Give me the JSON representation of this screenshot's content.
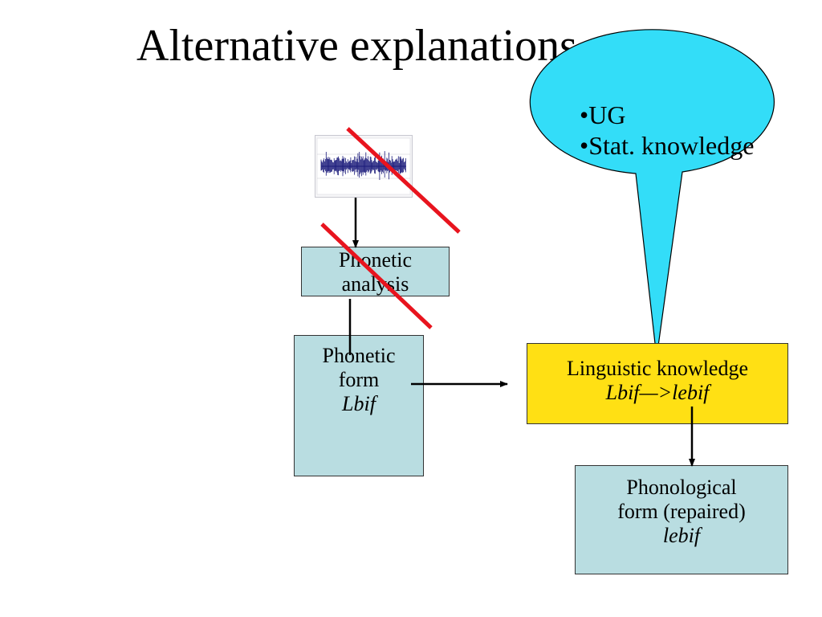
{
  "slide": {
    "title": "Alternative explanations"
  },
  "boxes": {
    "phonetic_analysis": {
      "line1": "Phonetic",
      "line2": "analysis"
    },
    "phonetic_form": {
      "line1": "Phonetic",
      "line2": "form",
      "line3": "Lbif"
    },
    "linguistic_knowledge": {
      "line1": "Linguistic knowledge",
      "line2": "Lbif—>lebif"
    },
    "phonological_form": {
      "line1": "Phonological",
      "line2": "form (repaired)",
      "line3": "lebif"
    }
  },
  "bubble": {
    "item1": "•UG",
    "item2": "•Stat. knowledge"
  },
  "colors": {
    "box_blue": "#b9dde1",
    "box_yellow": "#ffe014",
    "bubble_cyan": "#33ddf8",
    "strike_red": "#e8141e",
    "waveform_navy": "#1a1a7a"
  },
  "icons": {
    "waveform": "speech-waveform-icon",
    "strike": "red-strike-line"
  }
}
